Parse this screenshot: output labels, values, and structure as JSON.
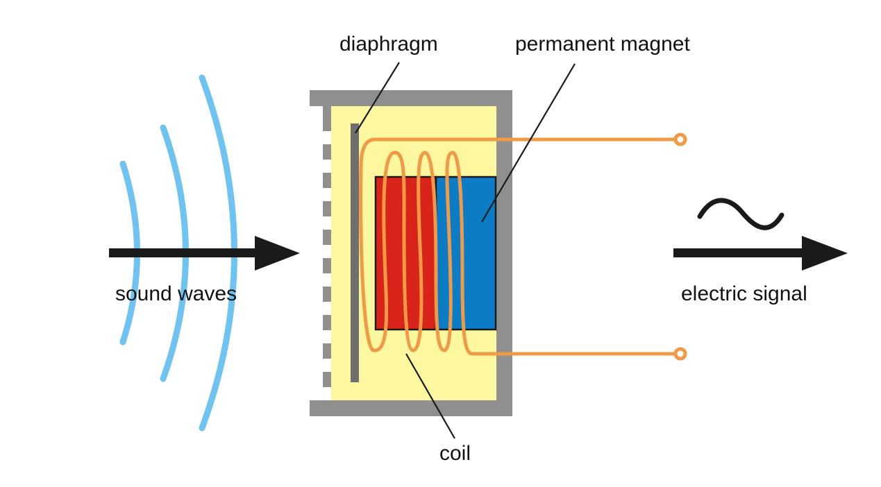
{
  "title": "Dynamic microphone diagram",
  "labels": {
    "diaphragm": "diaphragm",
    "permanent_magnet": "permanent magnet",
    "coil": "coil",
    "sound_waves": "sound waves",
    "electric_signal": "electric signal"
  },
  "icons": {
    "input_arrow": "arrow-right-icon",
    "output_arrow": "arrow-right-icon",
    "signal_symbol": "sine-wave-icon"
  },
  "colors": {
    "housing": "#8f8f8f",
    "interior": "#fdf7a0",
    "diaphragm": "#6f6f6f",
    "magnet_north": "#d9241b",
    "magnet_south": "#0b7cc5",
    "coil": "#f09a45",
    "sound_wave": "#6ec3f0",
    "arrow": "#1a1a1a",
    "leader_line": "#1a1a1a",
    "text": "#111111"
  }
}
